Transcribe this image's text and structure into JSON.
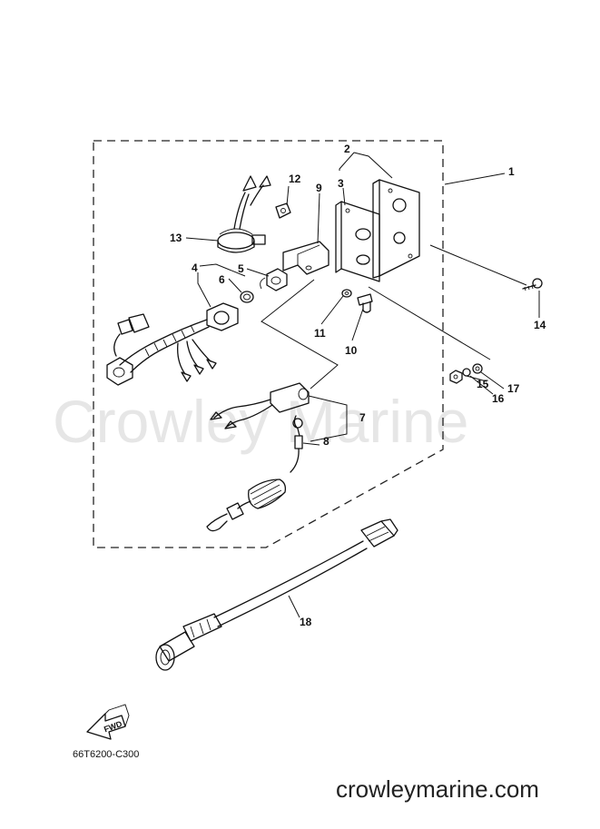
{
  "watermark": "Crowley Marine",
  "diagram_code": "66T6200-C300",
  "site_url": "crowleymarine.com",
  "fwd_label": "FWD",
  "callouts": [
    "1",
    "2",
    "3",
    "4",
    "5",
    "6",
    "7",
    "8",
    "9",
    "10",
    "11",
    "12",
    "13",
    "14",
    "15",
    "16",
    "17",
    "18"
  ]
}
